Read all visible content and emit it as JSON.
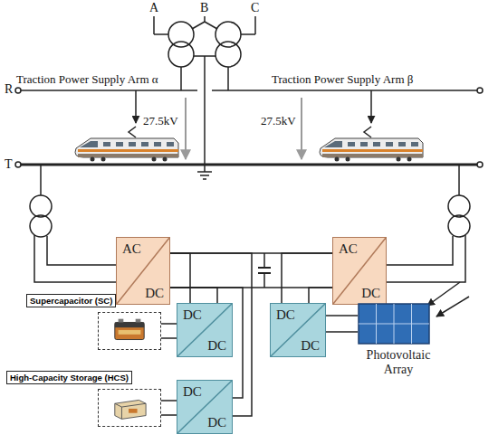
{
  "diagram": {
    "nodes": [
      {
        "text": [
          "AC",
          "DC"
        ]
      },
      {
        "text": [
          "AC",
          "DC"
        ]
      },
      {
        "text": [
          "Supercapacitor (SC)"
        ]
      },
      {
        "text": [
          "DC",
          "DC"
        ]
      },
      {
        "text": [
          "DC",
          "DC"
        ]
      },
      {
        "text": [
          "Photovoltaic Array"
        ]
      },
      {
        "text": [
          "High-Capacity Storage (HCS)"
        ]
      },
      {
        "text": [
          "DC",
          "DC"
        ]
      }
    ],
    "edges": [
      {
        "from": 0,
        "to": 1,
        "arrow": "none"
      },
      {
        "from": 3,
        "to": 0,
        "arrow": "none"
      },
      {
        "from": 7,
        "to": 0,
        "arrow": "none"
      },
      {
        "from": 4,
        "to": 1,
        "arrow": "none"
      },
      {
        "from": 2,
        "to": 3,
        "arrow": "none"
      },
      {
        "from": 6,
        "to": 7,
        "arrow": "none"
      },
      {
        "from": 4,
        "to": 5,
        "arrow": "none"
      }
    ],
    "labels": [
      "A",
      "B",
      "C",
      "R",
      "T",
      "Traction Power Supply Arm α",
      "27.5kV",
      "27.5kV",
      "Traction Power Supply Arm β"
    ]
  }
}
